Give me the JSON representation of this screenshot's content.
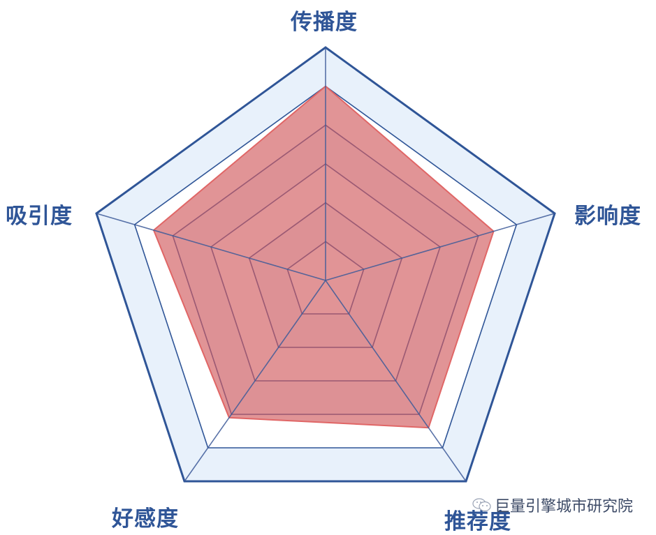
{
  "chart_data": {
    "type": "radar",
    "title": "",
    "axes": [
      "传播度",
      "影响度",
      "推荐度",
      "好感度",
      "吸引度"
    ],
    "scale": {
      "min": 0,
      "max": 6,
      "rings": 6
    },
    "series": [
      {
        "name": "",
        "values": [
          5.0,
          4.4,
          4.4,
          4.1,
          4.5
        ],
        "fill": "#d9797c",
        "fill_opacity": 0.8,
        "stroke": "#e06666"
      }
    ],
    "grid": {
      "stroke": "#2f5597",
      "band_fill": "#e8f1fb"
    },
    "legend": "none"
  },
  "labels": {
    "top": "传播度",
    "right": "影响度",
    "bottom_right": "推荐度",
    "bottom_left": "好感度",
    "left": "吸引度"
  },
  "watermark": {
    "icon": "wechat-icon",
    "text": "巨量引擎城市研究院"
  },
  "colors": {
    "label": "#2f5597",
    "grid": "#2f5597",
    "band": "#e8f1fb",
    "data_fill": "#d9797c",
    "data_stroke": "#e06666"
  }
}
